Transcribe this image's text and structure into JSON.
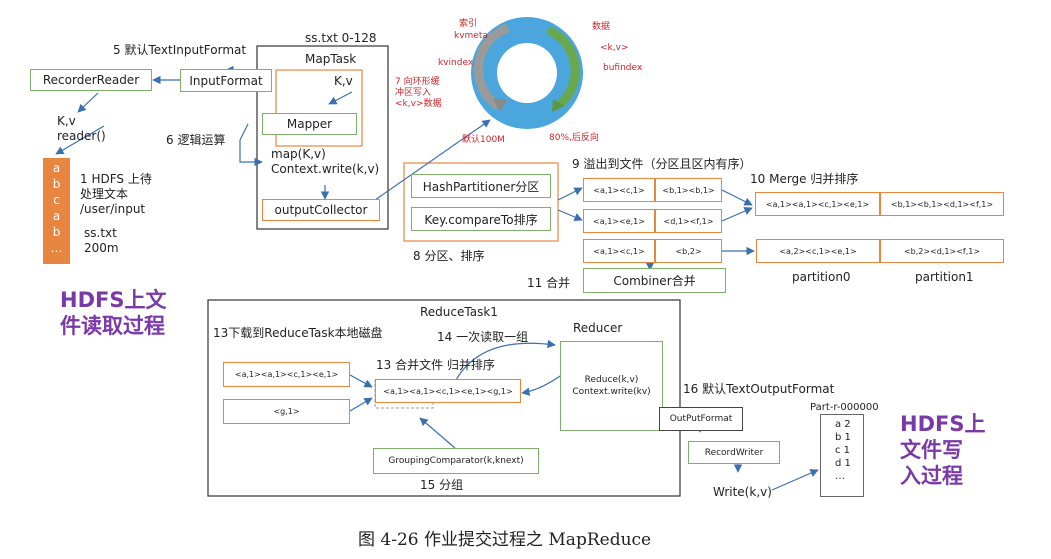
{
  "maptask": {
    "step5_label": "5 默认TextInputFormat",
    "file_range": "ss.txt 0-128",
    "maptask_label": "MapTask",
    "recorder_reader": "RecorderReader",
    "input_format": "InputFormat",
    "kv": "K,v",
    "kv_reader": "K,v\nreader()",
    "mapper": "Mapper",
    "logic_step": "6 逻辑运算",
    "map_call": "map(K,v)\nContext.write(k,v)",
    "output_collector": "outputCollector",
    "step1": "1 HDFS 上待\n处理文本\n/user/input",
    "file_info": "ss.txt\n200m",
    "hdfs_column": [
      "a",
      "b",
      "c",
      "a",
      "b",
      "…"
    ]
  },
  "ring": {
    "index": "索引",
    "kvmeta": "kvmeta",
    "kvindex": "kvindex",
    "data": "数据",
    "kv": "<k,v>",
    "bufindex": "bufindex",
    "step7": "7 向环形缓\n冲区写入\n<k,v>数据",
    "default100m": "默认100M",
    "reverse80": "80%,后反向"
  },
  "partition": {
    "hash": "HashPartitioner分区",
    "compare": "Key.compareTo排序",
    "step8": "8 分区、排序",
    "step9": "9 溢出到文件（分区且区内有序）",
    "spill": [
      [
        "<a,1><c,1>",
        "<b,1><b,1>"
      ],
      [
        "<a,1><e,1>",
        "<d,1><f,1>"
      ],
      [
        "<a,1><c,1>",
        "<b,2>"
      ]
    ],
    "step10": "10 Merge 归并排序",
    "merge": [
      "<a,1><a,1><c,1><e,1>",
      "<b,1><b,1><d,1><f,1>"
    ],
    "merged_final": [
      "<a,2><c,1><e,1>",
      "<b,2><d,1><f,1>"
    ],
    "partition0": "partition0",
    "partition1": "partition1",
    "step11": "11 合并",
    "combiner": "Combiner合并"
  },
  "reduce": {
    "task_label": "ReduceTask1",
    "step13_download": "13下载到ReduceTask本地磁盘",
    "step14": "14 一次读取一组",
    "reducer": "Reducer",
    "in1": "<a,1><a,1><c,1><e,1>",
    "in2": "<g,1>",
    "step13_merge": "13 合并文件 归并排序",
    "merged": "<a,1><a,1><c,1><e,1><g,1>",
    "reduce_call": "Reduce(k,v)\nContext.write(kv)",
    "grouping": "GroupingComparator(k,knext)",
    "step15": "15 分组",
    "step16": "16 默认TextOutputFormat",
    "output_format": "OutPutFormat",
    "record_writer": "RecordWriter",
    "write_kv": "Write(k,v)",
    "part_file": "Part-r-000000",
    "part_content": "a 2\nb 1\nc 1\nd 1\n…"
  },
  "titles": {
    "hdfs_read": "HDFS上文\n件读取过程",
    "hdfs_write": "HDFS上\n文件写\n入过程"
  },
  "caption": "图 4-26  作业提交过程之 MapReduce",
  "colors": {
    "green": "#7fb069",
    "orange": "#e8863f",
    "purple": "#7a39a8",
    "red": "#d4252a",
    "ring_blue": "#4aa6dc"
  }
}
